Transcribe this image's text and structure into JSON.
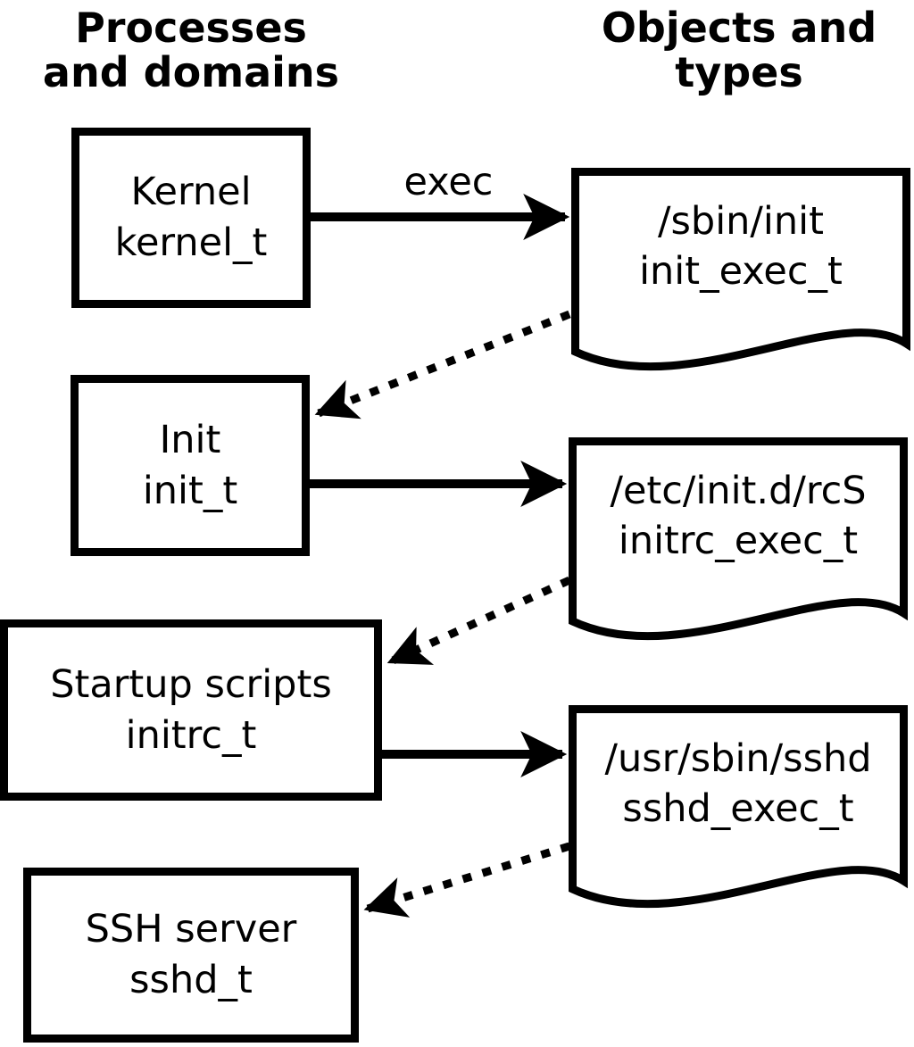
{
  "diagram": {
    "columns": {
      "left_line1": "Processes",
      "left_line2": "and domains",
      "right_line1": "Objects and",
      "right_line2": "types"
    },
    "processes": [
      {
        "name": "Kernel",
        "type": "kernel_t"
      },
      {
        "name": "Init",
        "type": "init_t"
      },
      {
        "name": "Startup scripts",
        "type": "initrc_t"
      },
      {
        "name": "SSH server",
        "type": "sshd_t"
      }
    ],
    "objects": [
      {
        "path": "/sbin/init",
        "type": "init_exec_t"
      },
      {
        "path": "/etc/init.d/rcS",
        "type": "initrc_exec_t"
      },
      {
        "path": "/usr/sbin/sshd",
        "type": "sshd_exec_t"
      }
    ],
    "edges": [
      {
        "from": "kernel_t",
        "to": "init_exec_t",
        "label": "exec",
        "style": "solid"
      },
      {
        "from": "init_exec_t",
        "to": "init_t",
        "label": "",
        "style": "dotted"
      },
      {
        "from": "init_t",
        "to": "initrc_exec_t",
        "label": "",
        "style": "solid"
      },
      {
        "from": "initrc_exec_t",
        "to": "initrc_t",
        "label": "",
        "style": "dotted"
      },
      {
        "from": "initrc_t",
        "to": "sshd_exec_t",
        "label": "",
        "style": "solid"
      },
      {
        "from": "sshd_exec_t",
        "to": "sshd_t",
        "label": "",
        "style": "dotted"
      }
    ],
    "colors": {
      "foreground": "#000000",
      "background": "#ffffff"
    }
  }
}
